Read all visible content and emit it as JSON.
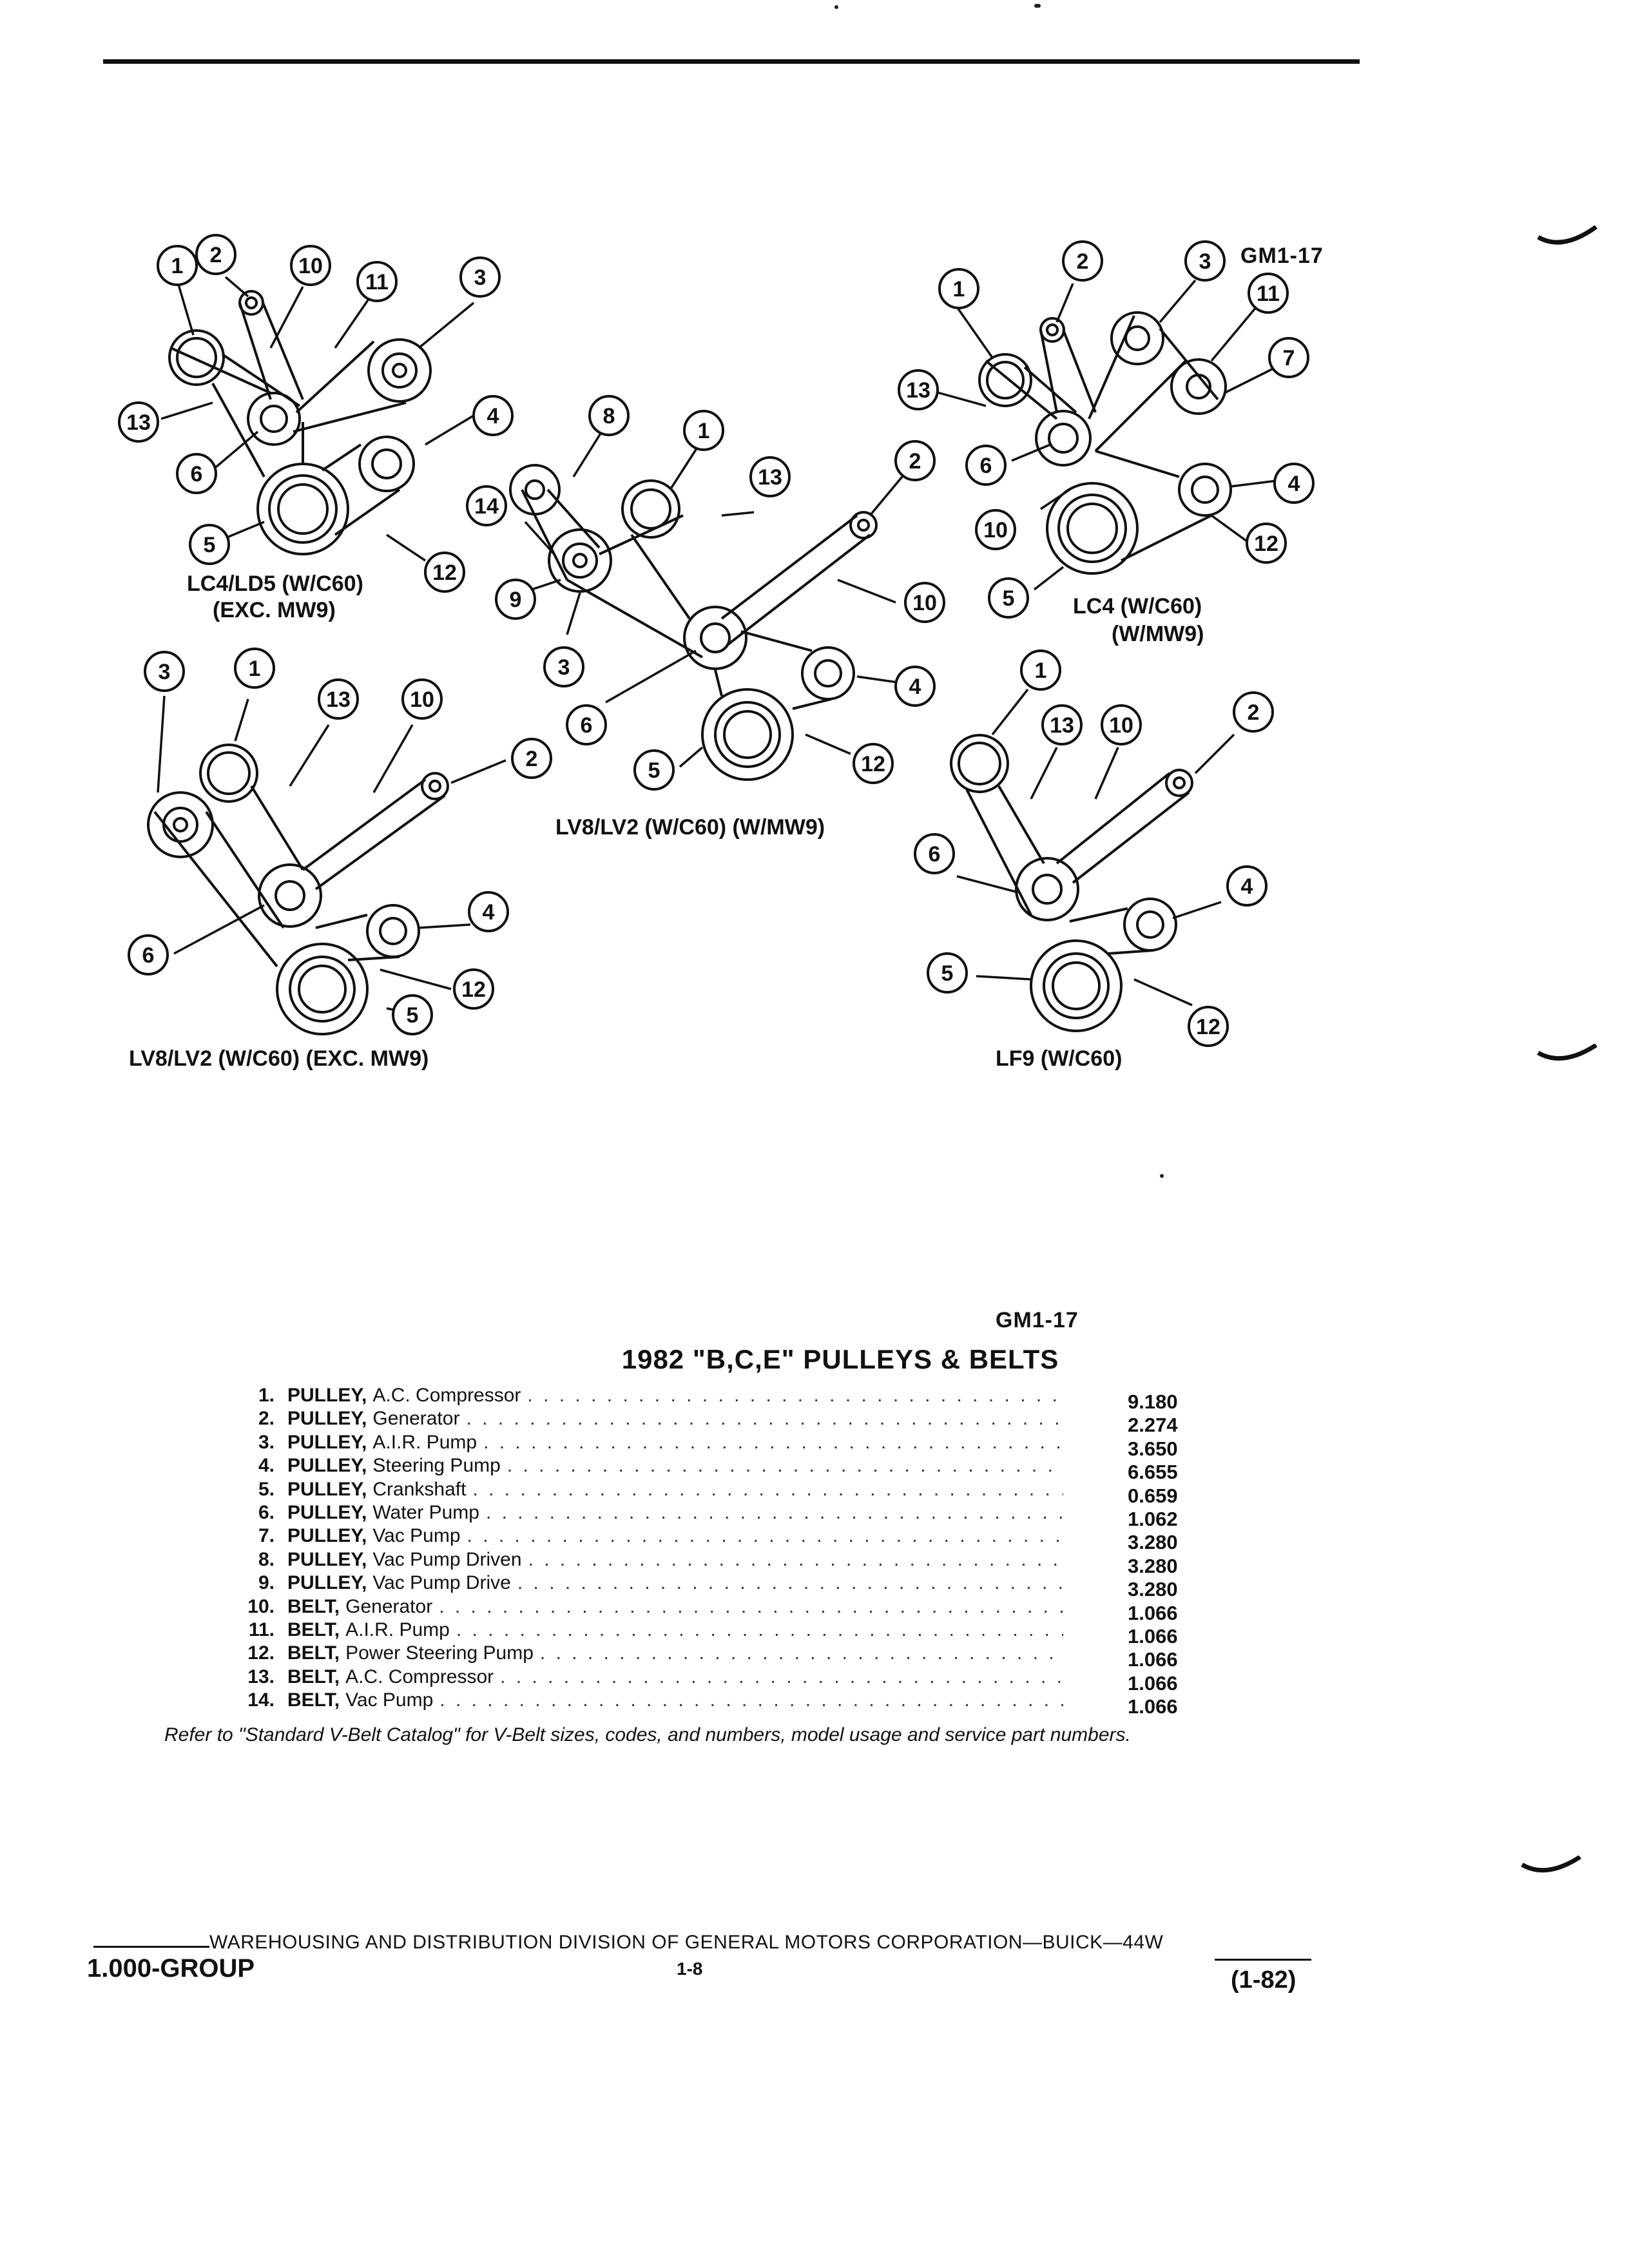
{
  "figure_code_top": "GM1-17",
  "figure_code_bottom": "GM1-17",
  "diagram_labels": {
    "top_left_line1": "LC4/LD5 (W/C60)",
    "top_left_line2": "(EXC. MW9)",
    "top_right_line1": "LC4 (W/C60)",
    "top_right_line2": "(W/MW9)",
    "center": "LV8/LV2 (W/C60) (W/MW9)",
    "bottom_left": "LV8/LV2 (W/C60) (EXC. MW9)",
    "bottom_right": "LF9 (W/C60)"
  },
  "title": "1982 \"B,C,E\" PULLEYS & BELTS",
  "parts": [
    {
      "num": "1.",
      "kind": "PULLEY,",
      "desc": "A.C. Compressor",
      "value": "9.180"
    },
    {
      "num": "2.",
      "kind": "PULLEY,",
      "desc": "Generator",
      "value": "2.274"
    },
    {
      "num": "3.",
      "kind": "PULLEY,",
      "desc": "A.I.R. Pump",
      "value": "3.650"
    },
    {
      "num": "4.",
      "kind": "PULLEY,",
      "desc": "Steering Pump",
      "value": "6.655"
    },
    {
      "num": "5.",
      "kind": "PULLEY,",
      "desc": "Crankshaft",
      "value": "0.659"
    },
    {
      "num": "6.",
      "kind": "PULLEY,",
      "desc": "Water Pump",
      "value": "1.062"
    },
    {
      "num": "7.",
      "kind": "PULLEY,",
      "desc": "Vac Pump",
      "value": "3.280"
    },
    {
      "num": "8.",
      "kind": "PULLEY,",
      "desc": "Vac Pump Driven",
      "value": "3.280"
    },
    {
      "num": "9.",
      "kind": "PULLEY,",
      "desc": "Vac Pump Drive",
      "value": "3.280"
    },
    {
      "num": "10.",
      "kind": "BELT,",
      "desc": "Generator",
      "value": "1.066"
    },
    {
      "num": "11.",
      "kind": "BELT,",
      "desc": "A.I.R. Pump",
      "value": "1.066"
    },
    {
      "num": "12.",
      "kind": "BELT,",
      "desc": "Power Steering Pump",
      "value": "1.066"
    },
    {
      "num": "13.",
      "kind": "BELT,",
      "desc": "A.C. Compressor",
      "value": "1.066"
    },
    {
      "num": "14.",
      "kind": "BELT,",
      "desc": "Vac Pump",
      "value": "1.066"
    }
  ],
  "note": "Refer to \"Standard V-Belt Catalog\" for V-Belt sizes, codes, and numbers, model usage and service part numbers.",
  "footer": {
    "division": "WAREHOUSING AND DISTRIBUTION  DIVISION OF GENERAL MOTORS CORPORATION—BUICK—44W",
    "group": "1.000-GROUP",
    "page": "1-8",
    "date": "(1-82)"
  }
}
